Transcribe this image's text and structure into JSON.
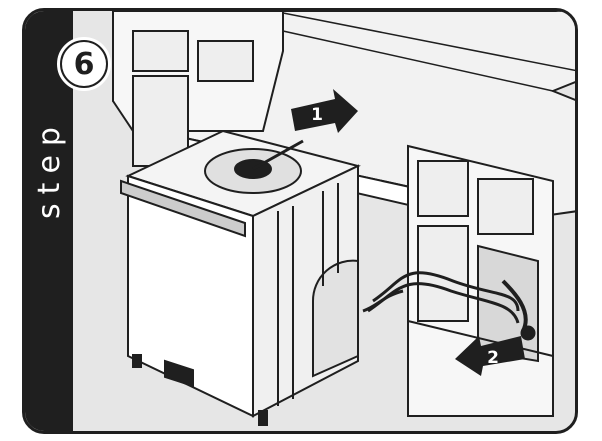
{
  "step": {
    "word": "step",
    "number": "6"
  },
  "callouts": [
    {
      "number": "1"
    },
    {
      "number": "2"
    }
  ],
  "colors": {
    "frame": "#1f1f1f",
    "background": "#e6e6e6",
    "line": "#1f1f1f",
    "fill": "#ffffff"
  }
}
